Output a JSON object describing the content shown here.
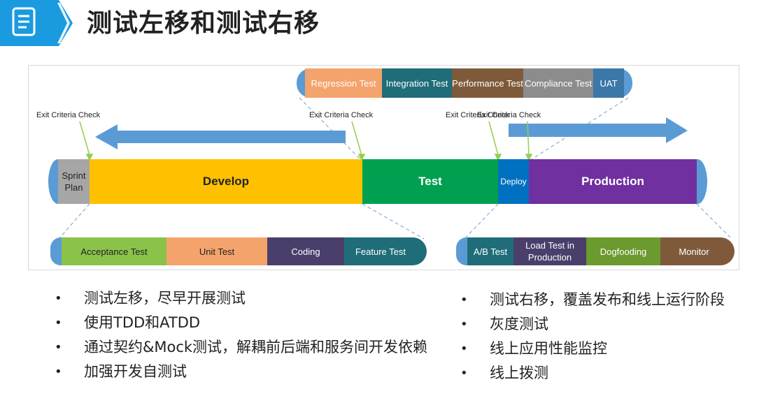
{
  "title": "测试左移和测试右移",
  "header_icon": "document-icon",
  "colors": {
    "header_blue": "#1a9be0",
    "arrow_blue": "#5b9bd5",
    "develop": "#ffc000",
    "test": "#00a050",
    "deploy": "#0070c0",
    "production": "#7030a0",
    "sprint_plan": "#a6a6a6"
  },
  "top_pill": [
    "Regression Test",
    "Integration Test",
    "Performance Test",
    "Compliance Test",
    "UAT"
  ],
  "exit_labels": [
    "Exit Criteria Check",
    "Exit Criteria Check",
    "Exit Criteria Check",
    "Exit Criteria Check"
  ],
  "phases": {
    "sprint_plan": "Sprint Plan",
    "develop": "Develop",
    "test": "Test",
    "deploy": "Deploy",
    "production": "Production"
  },
  "left_pill": [
    "Acceptance Test",
    "Unit Test",
    "Coding",
    "Feature Test"
  ],
  "right_pill": [
    "A/B Test",
    "Load Test in Production",
    "Dogfooding",
    "Monitor"
  ],
  "left_bullets": [
    "测试左移，尽早开展测试",
    "使用TDD和ATDD",
    "通过契约&Mock测试，解耦前后端和服务间开发依赖",
    "加强开发自测试"
  ],
  "right_bullets": [
    "测试右移，覆盖发布和线上运行阶段",
    "灰度测试",
    "线上应用性能监控",
    "线上拨测"
  ]
}
